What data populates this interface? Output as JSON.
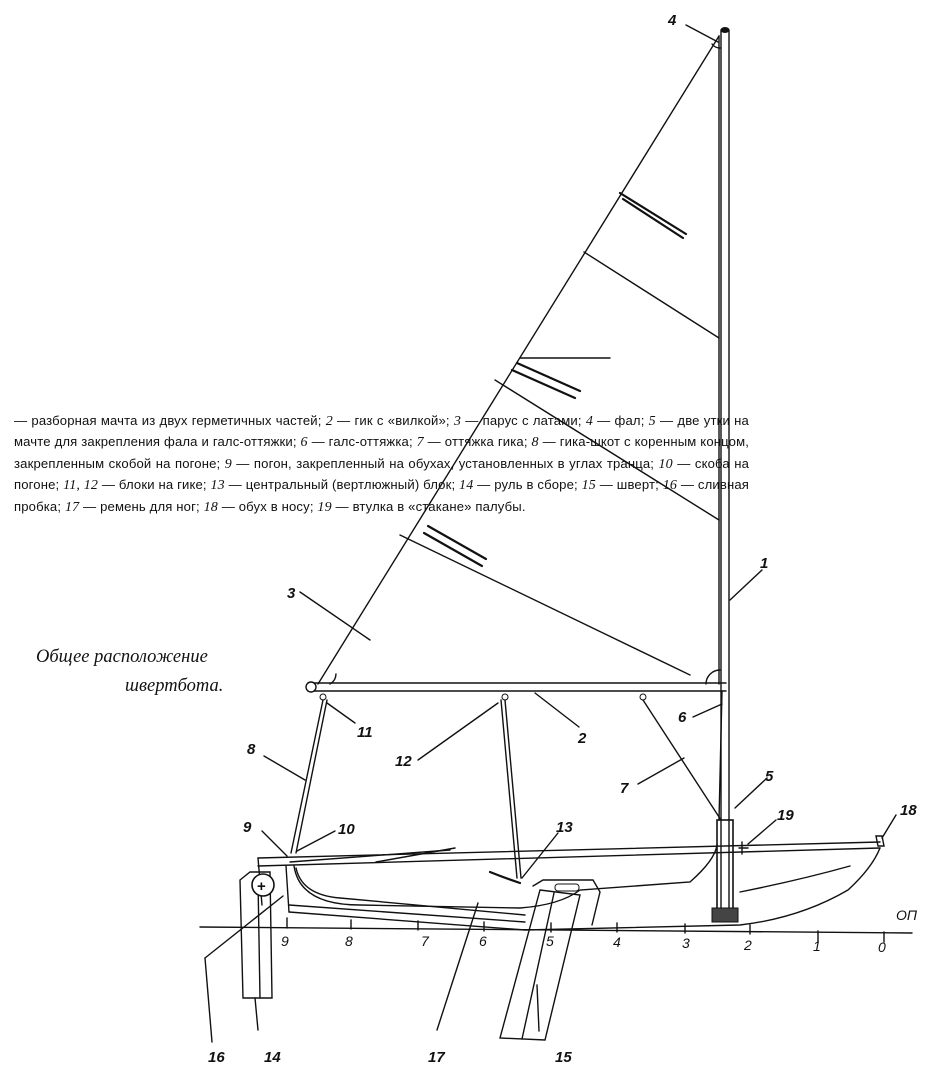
{
  "title": {
    "line1": "Общее расположение",
    "line2": "швертбота."
  },
  "legend": {
    "text_1": "— разборная мачта из двух герметичных частей;",
    "n2": "2",
    "text_2": "— гик с «вилкой»;",
    "n3": "3",
    "text_3": "— парус с латами;",
    "n4": "4",
    "text_4": "— фал;",
    "n5": "5",
    "text_5": "— две утки на мачте для закрепления фала и галс-оттяжки;",
    "n6": "6",
    "text_6": "— галс-оттяжка;",
    "n7": "7",
    "text_7": "— оттяжка гика;",
    "n8": "8",
    "text_8": "— гика-шкот с коренным концом, закрепленным скобой на погоне;",
    "n9": "9",
    "text_9": "— погон, закрепленный на обухах, установленных в углах транца;",
    "n10": "10",
    "text_10": "— скоба на погоне;",
    "n11_12": "11, 12",
    "text_11_12": "— блоки на гике;",
    "n13": "13",
    "text_13": "— центральный (вертлюжный) блок;",
    "n14": "14",
    "text_14": "— руль в сборе;",
    "n15": "15",
    "text_15": "— шверт;",
    "n16": "16",
    "text_16": "— сливная пробка;",
    "n17": "17",
    "text_17": "— ремень для ног;",
    "n18": "18",
    "text_18": "— обух в носу;",
    "n19": "19",
    "text_19": "— втулка в «стакане» палубы."
  },
  "callouts": {
    "c1": "1",
    "c2": "2",
    "c3": "3",
    "c4": "4",
    "c5": "5",
    "c6": "6",
    "c7": "7",
    "c8": "8",
    "c9": "9",
    "c10": "10",
    "c11": "11",
    "c12": "12",
    "c13": "13",
    "c14": "14",
    "c15": "15",
    "c16": "16",
    "c17": "17",
    "c18": "18",
    "c19": "19"
  },
  "stations": {
    "s9": "9",
    "s8": "8",
    "s7": "7",
    "s6": "6",
    "s5": "5",
    "s4": "4",
    "s3": "3",
    "s2": "2",
    "s1": "1",
    "s0": "0"
  },
  "baseline_label": "ОП"
}
